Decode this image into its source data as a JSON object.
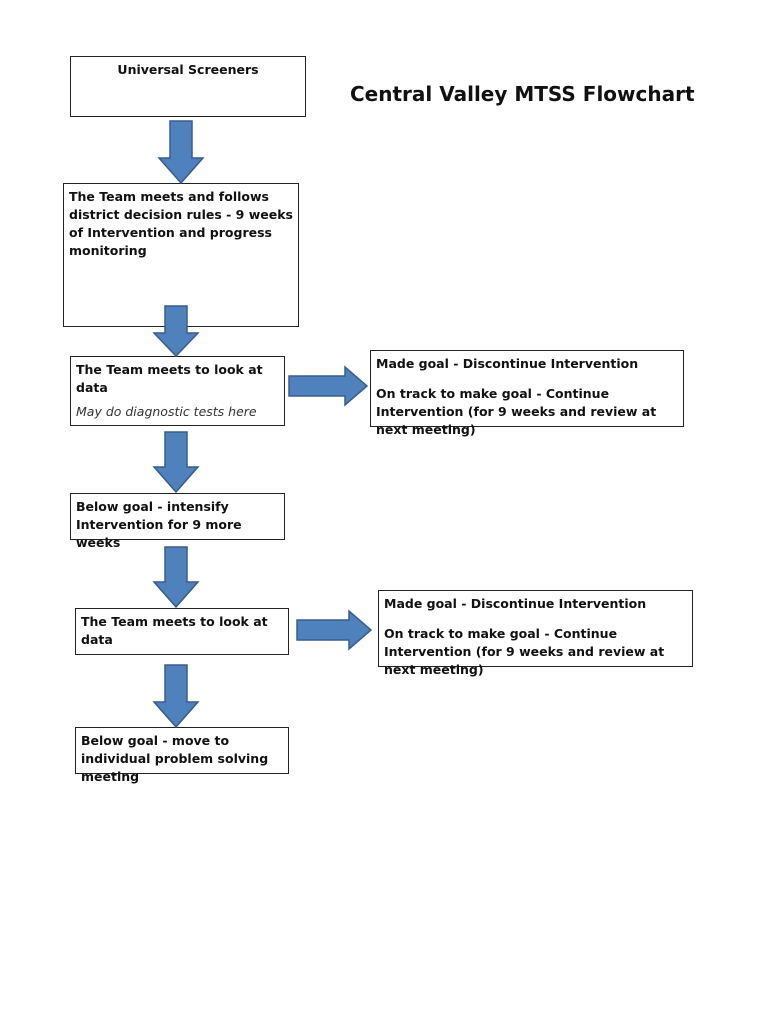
{
  "title": "Central Valley MTSS Flowchart",
  "colors": {
    "arrow_fill": "#4F81BD",
    "arrow_stroke": "#385D8A",
    "box_border": "#222222"
  },
  "nodes": {
    "universal_screeners": "Universal Screeners",
    "team_follows_rules": "The Team meets and follows district decision rules - 9 weeks of Intervention and progress monitoring",
    "team_look_data_1": "The Team meets to look at data",
    "diagnostic_note": "May do diagnostic tests here",
    "outcome_1_made_goal": "Made  goal - Discontinue Intervention",
    "outcome_1_on_track": "On track to make goal - Continue Intervention (for 9 weeks and review at next meeting)",
    "below_goal_intensify": "Below goal - intensify Intervention for 9 more weeks",
    "team_look_data_2": "The Team meets to look at data",
    "outcome_2_made_goal": "Made  goal - Discontinue Intervention",
    "outcome_2_on_track": "On track to make goal - Continue Intervention (for 9 weeks and review at next meeting)",
    "below_goal_individual": "Below goal - move to individual problem solving meeting"
  }
}
